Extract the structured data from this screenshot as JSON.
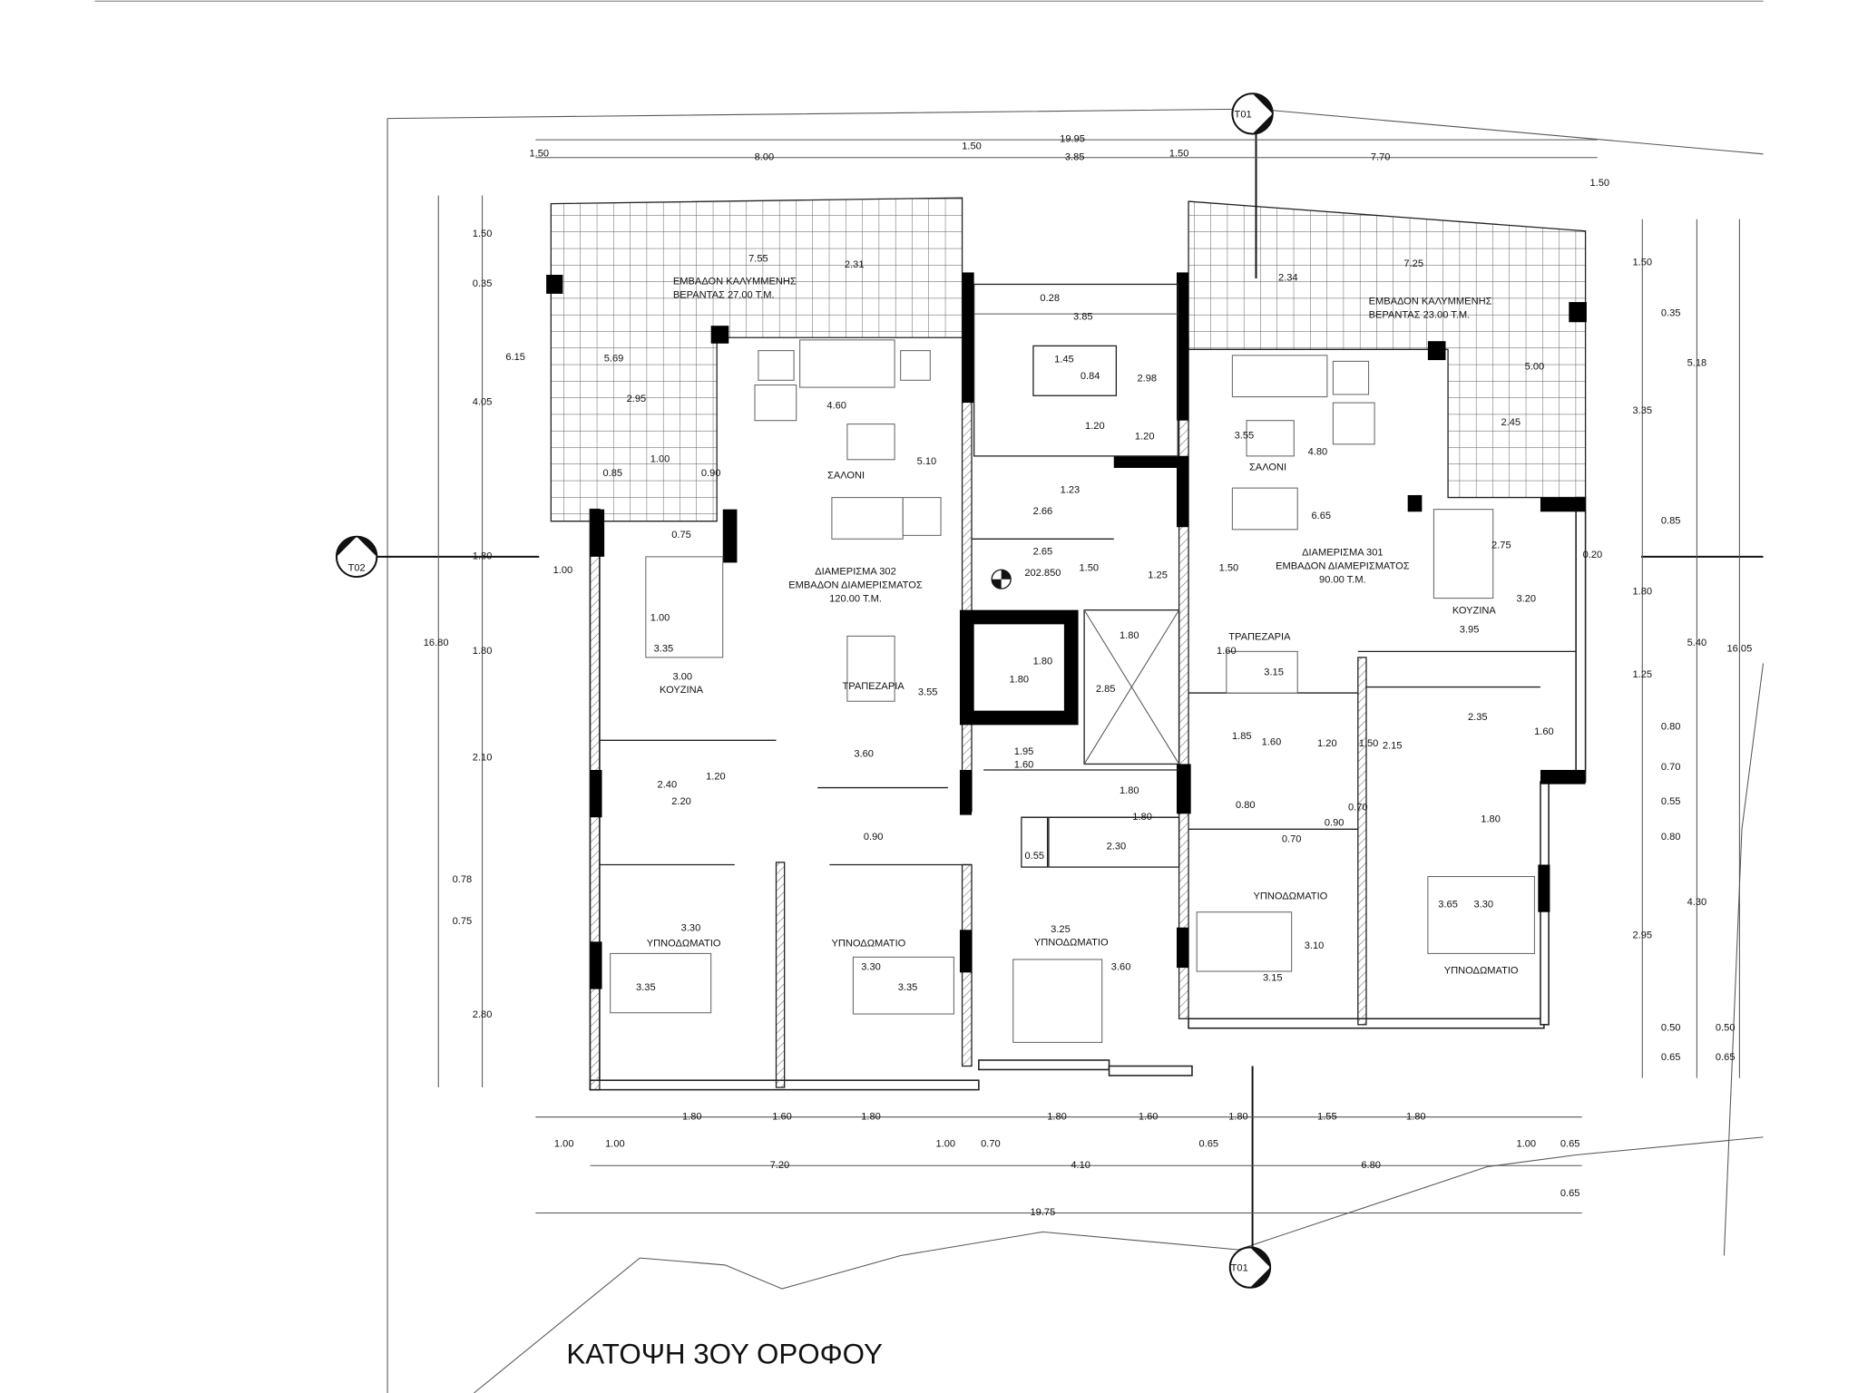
{
  "title": "ΚΑΤΟΨΗ 3ΟΥ ΟΡΟΦΟΥ",
  "section_markers": {
    "top": "T01",
    "bottom": "T01",
    "left": "T02"
  },
  "apartments": [
    {
      "name": "ΔΙΑΜΕΡΙΣΜΑ 302",
      "area_label": "ΕΜΒΑΔΟΝ ΔΙΑΜΕΡΙΣΜΑΤΟΣ",
      "area": "120.00 Τ.Μ."
    },
    {
      "name": "ΔΙΑΜΕΡΙΣΜΑ 301",
      "area_label": "ΕΜΒΑΔΟΝ ΔΙΑΜΕΡΙΣΜΑΤΟΣ",
      "area": "90.00 Τ.Μ."
    }
  ],
  "verandas": [
    {
      "line1": "ΕΜΒΑΔΟΝ ΚΑΛΥΜΜΕΝΗΣ",
      "line2": "ΒΕΡΑΝΤΑΣ 27.00 Τ.Μ."
    },
    {
      "line1": "ΕΜΒΑΔΟΝ ΚΑΛΥΜΜΕΝΗΣ",
      "line2": "ΒΕΡΑΝΤΑΣ 23.00 Τ.Μ."
    }
  ],
  "rooms": [
    "ΣΑΛΟΝΙ",
    "ΚΟΥΖΙΝΑ",
    "ΤΡΑΠΕΖΑΡΙΑ",
    "ΣΑΛΟΝΙ",
    "ΚΟΥΖΙΝΑ",
    "ΤΡΑΠΕΖΑΡΙΑ",
    "ΥΠΝΟΔΩΜΑΤΙΟ",
    "ΥΠΝΟΔΩΜΑΤΙΟ",
    "ΥΠΝΟΔΩΜΑΤΙΟ",
    "ΥΠΝΟΔΩΜΑΤΙΟ",
    "ΥΠΝΟΔΩΜΑΤΙΟ"
  ],
  "level_mark": "202.850",
  "dimensions": [
    "19.95",
    "1.50",
    "8.00",
    "1.50",
    "3.85",
    "1.50",
    "7.70",
    "1.50",
    "1.50",
    "0.35",
    "6.15",
    "4.05",
    "1.80",
    "16.80",
    "1.80",
    "2.10",
    "0.78",
    "0.75",
    "2.80",
    "1.50",
    "0.35",
    "5.18",
    "3.35",
    "0.85",
    "1.80",
    "5.40",
    "16.05",
    "1.25",
    "0.80",
    "0.70",
    "0.55",
    "0.80",
    "4.30",
    "2.95",
    "0.50",
    "0.50",
    "0.65",
    "0.65",
    "1.80",
    "1.60",
    "1.80",
    "1.80",
    "1.60",
    "1.80",
    "1.55",
    "1.80",
    "1.00",
    "1.00",
    "1.00",
    "0.70",
    "0.65",
    "1.00",
    "0.65",
    "7.20",
    "4.10",
    "6.80",
    "0.65",
    "19.75",
    "7.55",
    "2.31",
    "5.69",
    "2.95",
    "4.60",
    "5.10",
    "1.00",
    "0.85",
    "0.90",
    "0.75",
    "1.00",
    "1.00",
    "3.35",
    "3.00",
    "3.55",
    "3.60",
    "1.20",
    "2.40",
    "2.20",
    "0.90",
    "0.28",
    "3.85",
    "1.45",
    "0.84",
    "2.98",
    "1.20",
    "1.20",
    "1.23",
    "2.66",
    "2.65",
    "1.50",
    "1.25",
    "1.80",
    "1.80",
    "1.80",
    "2.85",
    "1.95",
    "1.60",
    "1.80",
    "1.80",
    "0.55",
    "2.30",
    "7.25",
    "2.34",
    "5.00",
    "3.55",
    "4.80",
    "2.45",
    "6.65",
    "2.75",
    "0.20",
    "1.50",
    "3.20",
    "3.95",
    "1.60",
    "3.15",
    "1.85",
    "1.60",
    "1.20",
    "1.50",
    "2.15",
    "2.35",
    "1.60",
    "0.70",
    "0.90",
    "0.80",
    "1.80",
    "0.70",
    "3.65",
    "3.30",
    "3.10",
    "3.15",
    "3.30",
    "3.35",
    "3.30",
    "3.35",
    "3.25",
    "3.60"
  ]
}
